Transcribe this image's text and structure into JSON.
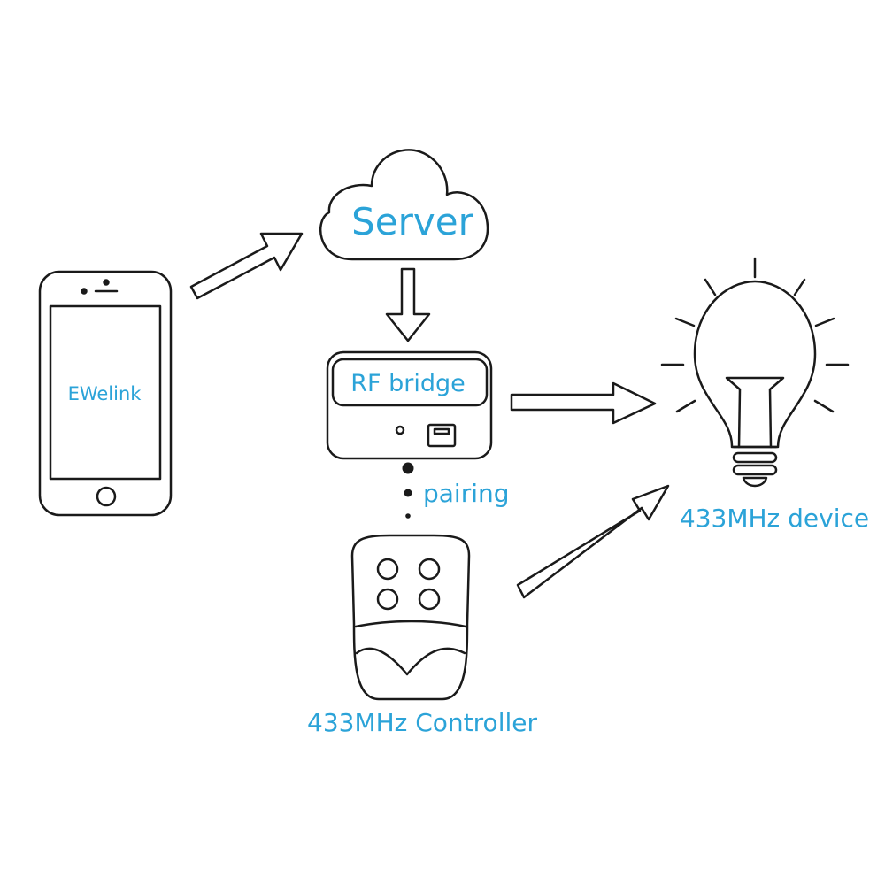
{
  "colors": {
    "label": "#2ba3d8",
    "stroke": "#1a1a1a",
    "background": "#ffffff"
  },
  "labels": {
    "server": "Server",
    "app": "EWelink",
    "bridge": "RF bridge",
    "pairing": "pairing",
    "device": "433MHz device",
    "controller": "433MHz Controller"
  },
  "icons": {
    "phone": "smartphone-icon",
    "cloud": "cloud-icon",
    "bridge": "rf-bridge-icon",
    "bulb": "light-bulb-icon",
    "remote": "remote-control-icon"
  }
}
